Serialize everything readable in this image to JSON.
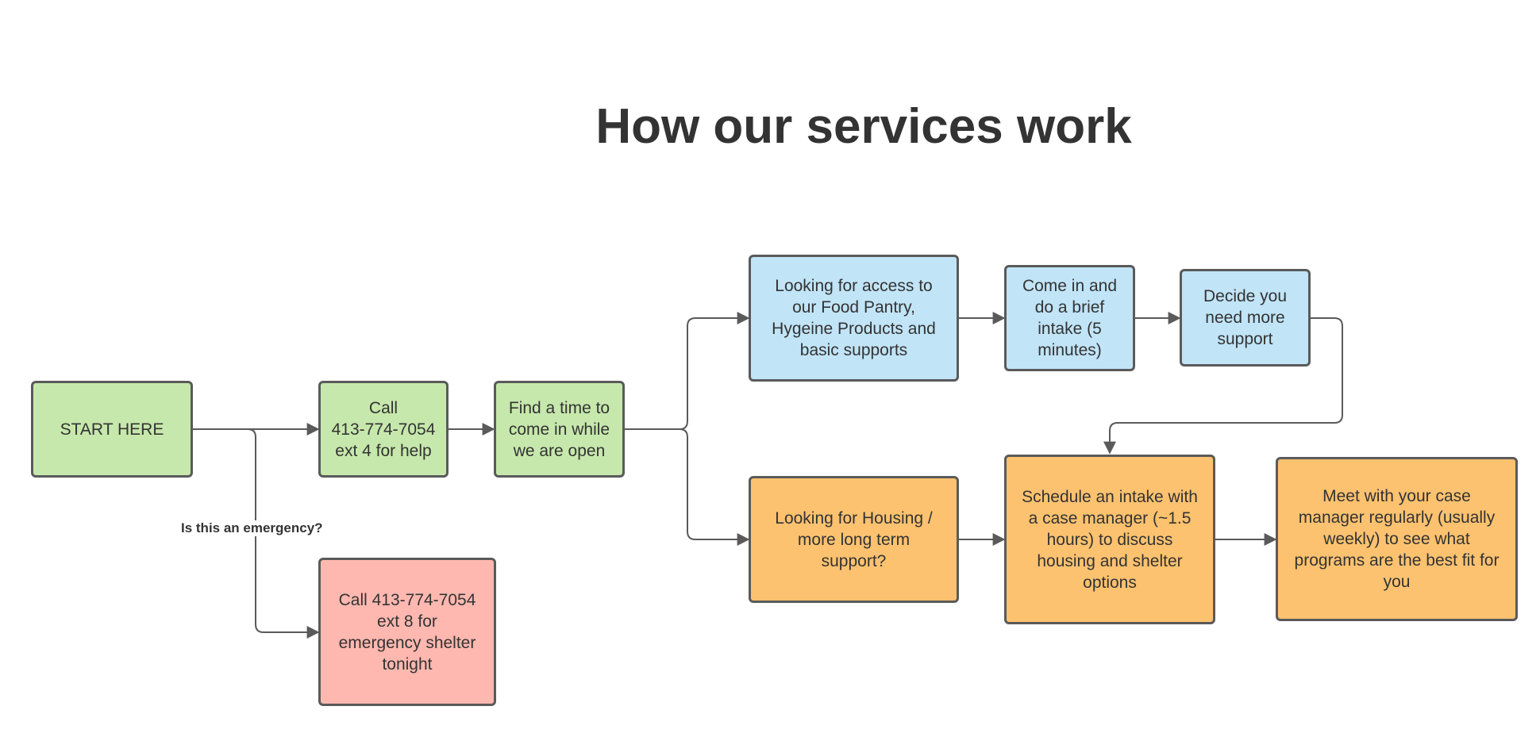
{
  "title": "How our services work",
  "colors": {
    "green": "#c7e8ac",
    "blue": "#c1e4f7",
    "orange": "#fdc26f",
    "red": "#ffb8b0",
    "stroke": "#5a5a5a",
    "text": "#333333"
  },
  "nodes": {
    "start": "START HERE",
    "call_help": "Call\n413-774-7054\next 4 for help",
    "find_time": "Find a time to\ncome in while\nwe are open",
    "food_pantry": "Looking for access to\nour Food Pantry,\nHygeine Products and\nbasic supports",
    "brief_intake": "Come in and\ndo a brief\nintake (5\nminutes)",
    "more_support": "Decide you\nneed more\nsupport",
    "housing": "Looking for Housing /\nmore long term\nsupport?",
    "schedule_intake": "Schedule an intake with\na case manager (~1.5\nhours) to discuss\nhousing and shelter\noptions",
    "meet_manager": "Meet with your case\nmanager regularly (usually\nweekly) to see what\nprograms are the best fit for\nyou",
    "emergency_call": "Call 413-774-7054\next 8 for\nemergency shelter\ntonight"
  },
  "edge_labels": {
    "emergency": "Is this an emergency?"
  }
}
